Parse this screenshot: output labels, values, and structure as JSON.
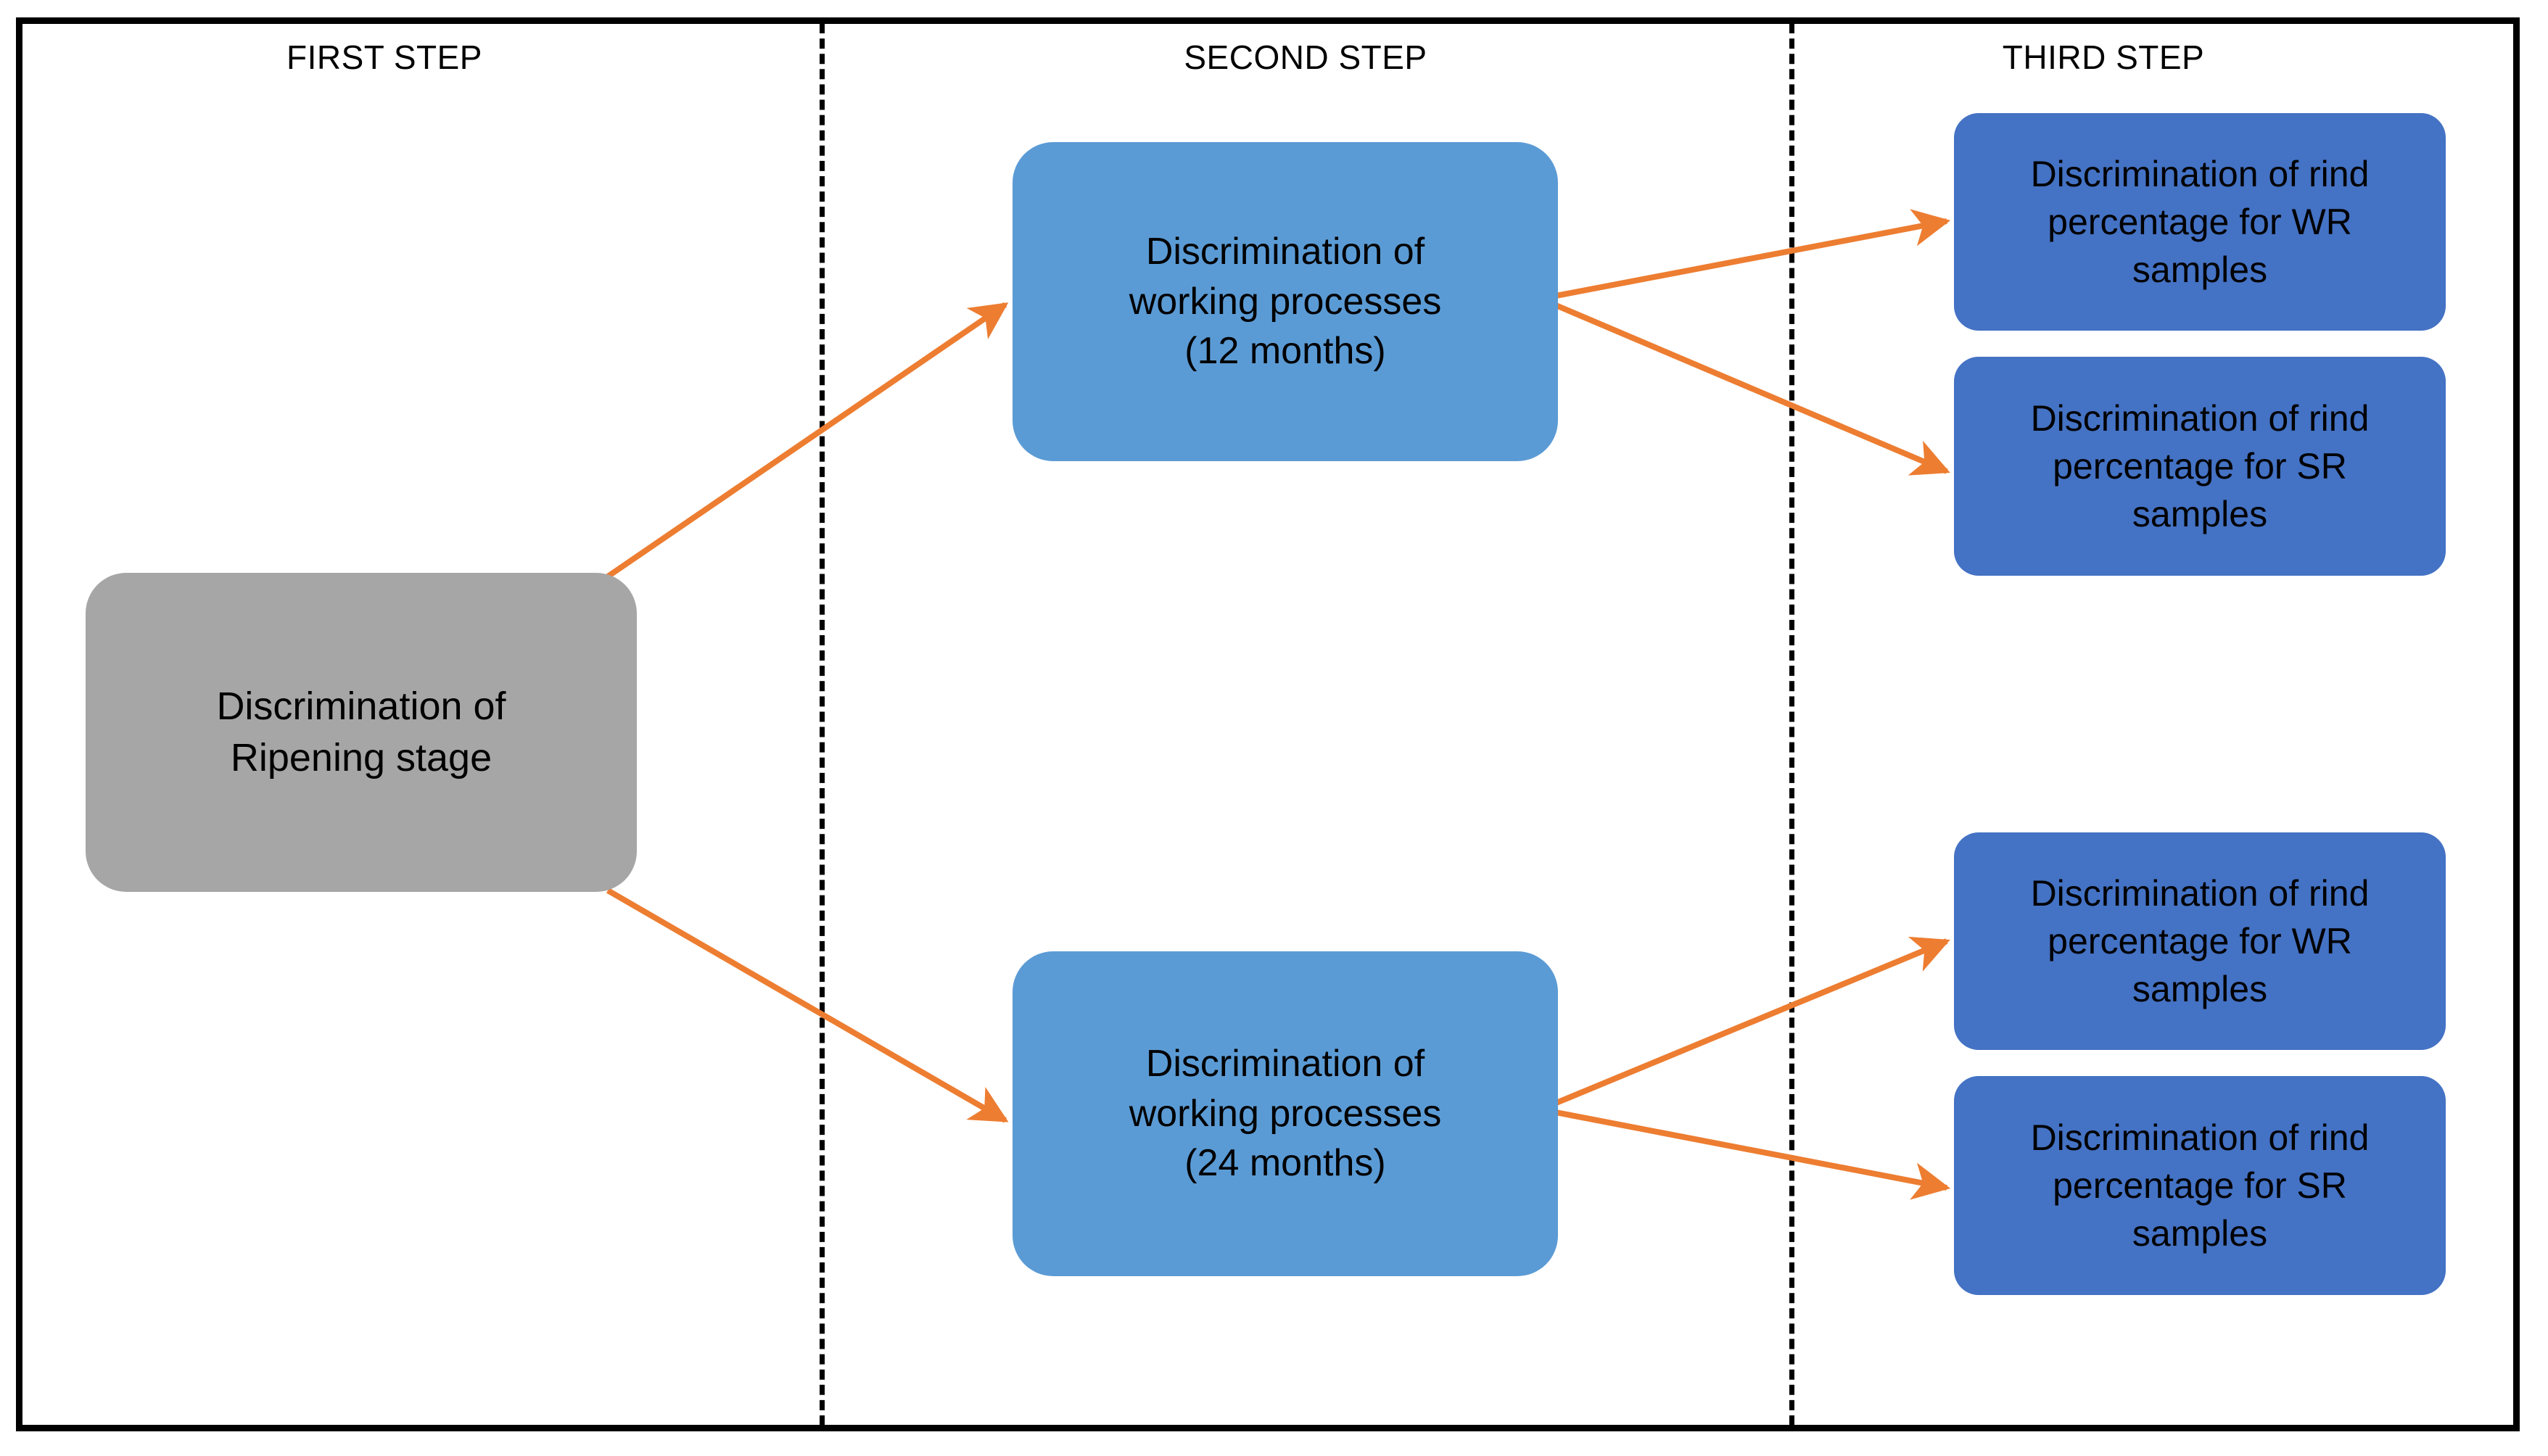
{
  "figure": {
    "type": "flowchart",
    "orientation": "left-to-right",
    "border_color": "#000000",
    "divider_style": "dashed",
    "accent_arrow_color": "#ED7D31"
  },
  "steps": [
    {
      "id": "first",
      "label": "FIRST STEP"
    },
    {
      "id": "second",
      "label": "SECOND STEP"
    },
    {
      "id": "third",
      "label": "THIRD STEP"
    }
  ],
  "nodes": {
    "ripening": {
      "text": "Discrimination of\nRipening stage",
      "color": "#A6A6A6",
      "step": "first"
    },
    "working_processes_12": {
      "text": "Discrimination of\nworking processes\n(12 months)",
      "color": "#5B9BD5",
      "step": "second"
    },
    "working_processes_24": {
      "text": "Discrimination of\nworking processes\n(24 months)",
      "color": "#5B9BD5",
      "step": "second"
    },
    "rind_wr_12": {
      "text": "Discrimination of rind\npercentage for WR\nsamples",
      "color": "#4472C4",
      "step": "third"
    },
    "rind_sr_12": {
      "text": "Discrimination of rind\npercentage for SR\nsamples",
      "color": "#4472C4",
      "step": "third"
    },
    "rind_wr_24": {
      "text": "Discrimination of rind\npercentage for WR\nsamples",
      "color": "#4472C4",
      "step": "third"
    },
    "rind_sr_24": {
      "text": "Discrimination of rind\npercentage for SR\nsamples",
      "color": "#4472C4",
      "step": "third"
    }
  },
  "edges": [
    {
      "from": "ripening",
      "to": "working_processes_12"
    },
    {
      "from": "ripening",
      "to": "working_processes_24"
    },
    {
      "from": "working_processes_12",
      "to": "rind_wr_12"
    },
    {
      "from": "working_processes_12",
      "to": "rind_sr_12"
    },
    {
      "from": "working_processes_24",
      "to": "rind_wr_24"
    },
    {
      "from": "working_processes_24",
      "to": "rind_sr_24"
    }
  ]
}
